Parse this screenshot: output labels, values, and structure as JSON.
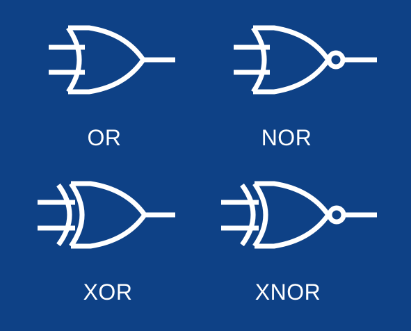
{
  "colors": {
    "background": "#0e4186",
    "symbol": "#ffffff",
    "label": "#ffffff"
  },
  "gates": [
    {
      "id": "or",
      "label": "OR",
      "icon": "or-gate-icon"
    },
    {
      "id": "nor",
      "label": "NOR",
      "icon": "nor-gate-icon"
    },
    {
      "id": "xor",
      "label": "XOR",
      "icon": "xor-gate-icon"
    },
    {
      "id": "xnor",
      "label": "XNOR",
      "icon": "xnor-gate-icon"
    }
  ]
}
